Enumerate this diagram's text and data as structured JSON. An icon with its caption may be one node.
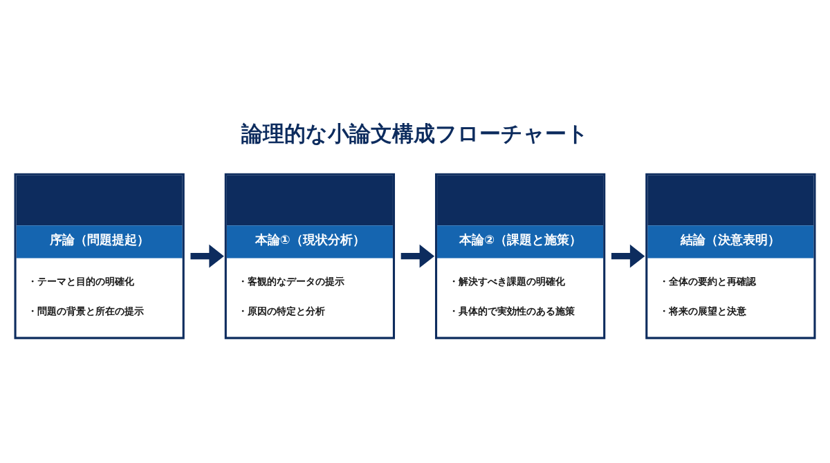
{
  "diagram": {
    "title": "論理的な小論文構成フローチャート",
    "nodes": [
      {
        "text": [
          "序論（問題提起）",
          "・テーマと目的の明確化",
          "・問題の背景と所在の提示"
        ]
      },
      {
        "text": [
          "本論①（現状分析）",
          "・客観的なデータの提示",
          "・原因の特定と分析"
        ]
      },
      {
        "text": [
          "本論②（課題と施策）",
          "・解決すべき課題の明確化",
          "・具体的で実効性のある施策"
        ]
      },
      {
        "text": [
          "結論（決意表明）",
          "・全体の要約と再確認",
          "・将来の展望と決意"
        ]
      }
    ],
    "edges": [
      {
        "from": 0,
        "to": 1,
        "arrow": "to"
      },
      {
        "from": 1,
        "to": 2,
        "arrow": "to"
      },
      {
        "from": 2,
        "to": 3,
        "arrow": "to"
      }
    ]
  }
}
